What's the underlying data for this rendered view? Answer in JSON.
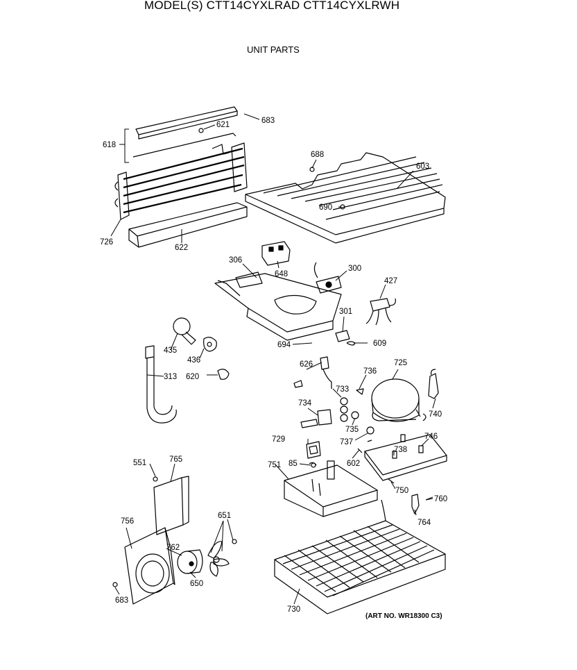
{
  "header": {
    "title": "MODEL(S) CTT14CYXLRAD  CTT14CYXLRWH",
    "subtitle": "UNIT PARTS"
  },
  "footer": {
    "art_no": "(ART NO. WR18300 C3)"
  },
  "parts": {
    "p683a": "683",
    "p621": "621",
    "p618": "618",
    "p688": "688",
    "p603": "603",
    "p690": "690",
    "p726": "726",
    "p622": "622",
    "p306": "306",
    "p648": "648",
    "p300": "300",
    "p427": "427",
    "p301": "301",
    "p694": "694",
    "p609": "609",
    "p435": "435",
    "p436": "436",
    "p626": "626",
    "p736": "736",
    "p725": "725",
    "p313": "313",
    "p620": "620",
    "p733": "733",
    "p734": "734",
    "p740": "740",
    "p735": "735",
    "p737": "737",
    "p746": "746",
    "p729": "729",
    "p738": "738",
    "p551": "551",
    "p765": "765",
    "p85": "85",
    "p602": "602",
    "p751": "751",
    "p750": "750",
    "p760": "760",
    "p764": "764",
    "p651": "651",
    "p756": "756",
    "p762": "762",
    "p650": "650",
    "p683b": "683",
    "p730": "730"
  }
}
